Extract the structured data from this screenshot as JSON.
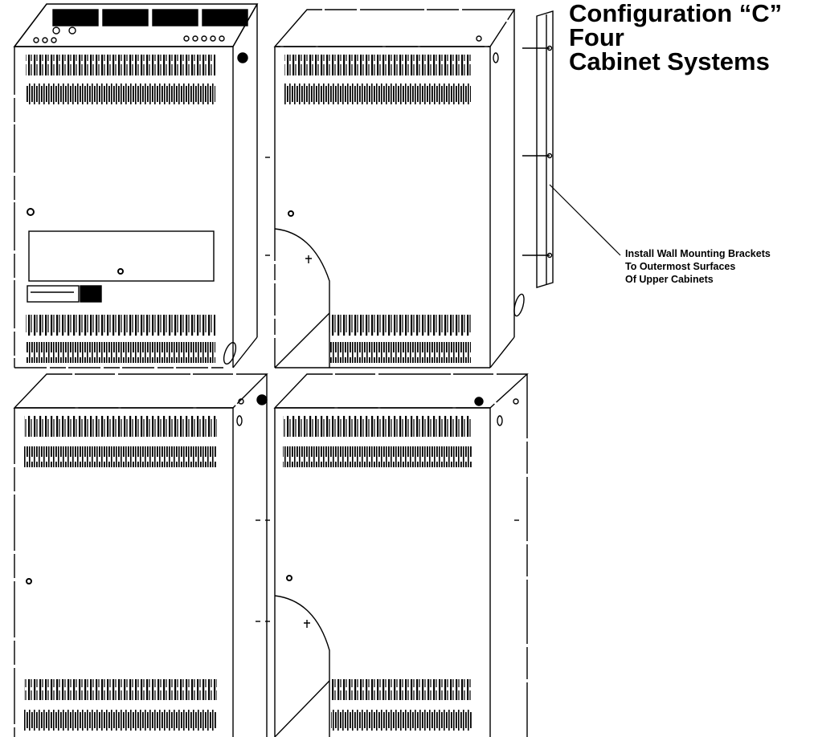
{
  "title": {
    "line1": "Configuration “C”",
    "line2": "Four",
    "line3": "Cabinet Systems"
  },
  "callout": {
    "line1": "Install Wall Mounting Brackets",
    "line2": "To Outermost  Surfaces",
    "line3": "Of Upper Cabinets"
  }
}
